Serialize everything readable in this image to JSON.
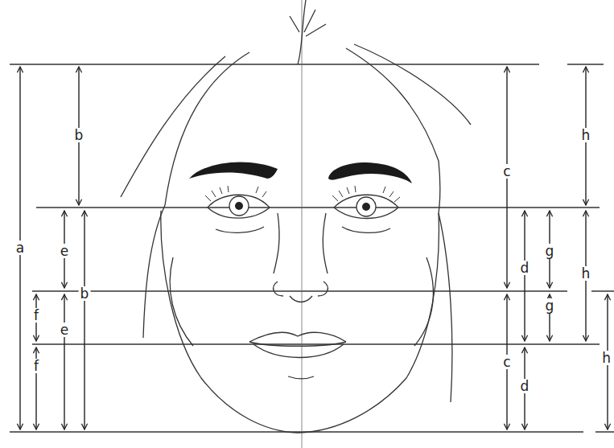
{
  "diagram": {
    "labels": [
      "b",
      "h",
      "c",
      "a",
      "e",
      "g",
      "d",
      "h",
      "b",
      "g",
      "f",
      "e",
      "h",
      "c",
      "f",
      "d"
    ]
  }
}
